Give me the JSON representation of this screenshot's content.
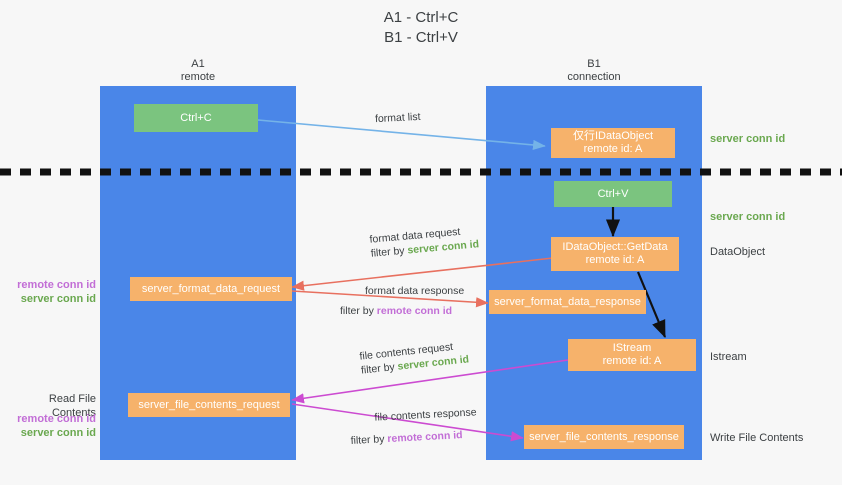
{
  "title": {
    "line1": "A1 - Ctrl+C",
    "line2": "B1 - Ctrl+V"
  },
  "columns": [
    {
      "name": "A1",
      "sub": "remote"
    },
    {
      "name": "B1",
      "sub": "connection"
    }
  ],
  "boxes": {
    "ctrl_c": {
      "label": "Ctrl+C",
      "color": "#7bc47f"
    },
    "ctrl_v": {
      "label": "Ctrl+V",
      "color": "#7bc47f"
    },
    "idataobject": {
      "line1": "仅行IDataObject",
      "line2": "remote id: A",
      "color": "#f6b26b"
    },
    "getdata": {
      "line1": "IDataObject::GetData",
      "line2": "remote id: A",
      "color": "#f6b26b"
    },
    "istream": {
      "line1": "IStream",
      "line2": "remote id: A",
      "color": "#f6b26b"
    },
    "server_format_data_request": {
      "label": "server_format_data_request",
      "color": "#f6b26b"
    },
    "server_format_data_response": {
      "label": "server_format_data_response",
      "color": "#f6b26b"
    },
    "server_file_contents_request": {
      "label": "server_file_contents_request",
      "color": "#f6b26b"
    },
    "server_file_contents_response": {
      "label": "server_file_contents_response",
      "color": "#f6b26b"
    }
  },
  "edges": {
    "format_list": {
      "label": "format list"
    },
    "format_data_request": {
      "label": "format data request",
      "filter_prefix": "filter by ",
      "filter_key": "server conn id"
    },
    "format_data_response": {
      "label": "format data response",
      "filter_prefix": "filter by ",
      "filter_key": "remote conn id"
    },
    "file_contents_request": {
      "label": "file contents request",
      "filter_prefix": "filter by ",
      "filter_key": "server conn id"
    },
    "file_contents_response": {
      "label": "file contents response",
      "filter_prefix": "filter by ",
      "filter_key": "remote conn id"
    }
  },
  "annotations": {
    "right_server_conn_id_top": "server conn id",
    "right_server_conn_id_mid": "server conn id",
    "right_dataobject": "DataObject",
    "right_istream": "Istream",
    "right_write_file_contents": "Write File Contents",
    "left_remote_conn_id_1": "remote conn id",
    "left_server_conn_id_1": "server conn id",
    "left_read_file_contents": "Read File Contents",
    "left_remote_conn_id_2": "remote conn id",
    "left_server_conn_id_2": "server conn id"
  },
  "colors": {
    "lane": "#4a86e8",
    "orange": "#f6b26b",
    "green_box": "#7bc47f",
    "green_text": "#6aa84f",
    "purple_text": "#c26ed6",
    "arrow_blue": "#74b3e8",
    "arrow_red": "#e8705f",
    "arrow_magenta": "#cc4bd1",
    "arrow_black": "#111111",
    "background": "#f7f7f7"
  }
}
